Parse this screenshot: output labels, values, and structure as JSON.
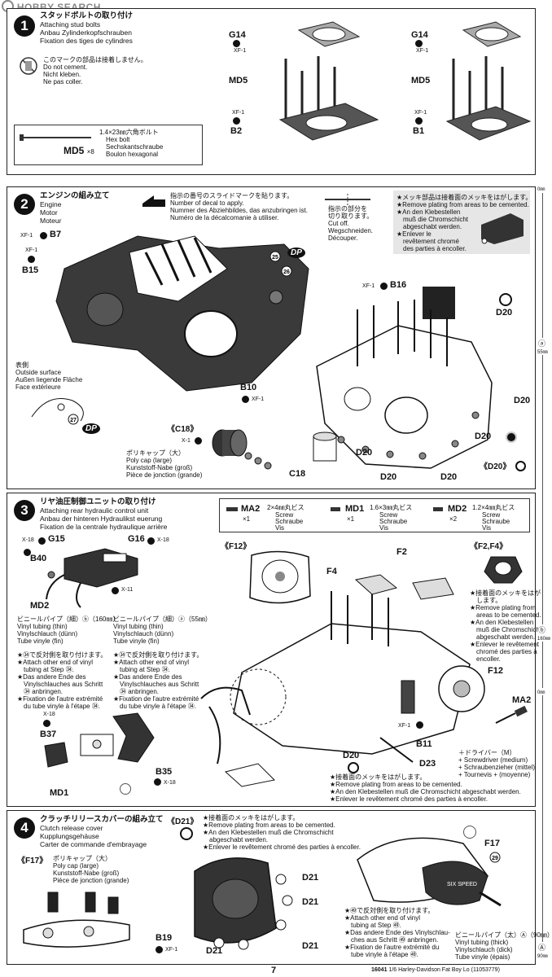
{
  "header": {
    "logo": "HOBBY SEARCH"
  },
  "step1": {
    "num": "1",
    "title_jp": "スタッドボルトの取り付け",
    "title_en": "Attaching stud bolts",
    "title_de": "Anbau Zylinderkopfschrauben",
    "title_fr": "Fixation des tiges de cylindres",
    "nocement_jp": "このマークの部品は接着しません。",
    "nocement_en": "Do not cement.",
    "nocement_de": "Nicht kleben.",
    "nocement_fr": "Ne pas coller.",
    "bolt_jp": "1.4×23㎜六角ボルト",
    "bolt_en": "Hex bolt",
    "bolt_de": "Sechskantschraube",
    "bolt_fr": "Boulon hexagonal",
    "bolt_code": "MD5",
    "bolt_qty": "×8",
    "left": {
      "g14": "G14",
      "xf1": "XF-1",
      "md5": "MD5",
      "xf1b": "XF-1",
      "b": "B2"
    },
    "right": {
      "g14": "G14",
      "xf1": "XF-1",
      "md5": "MD5",
      "xf1b": "XF-1",
      "b": "B1"
    }
  },
  "step2": {
    "num": "2",
    "title_jp": "エンジンの組み立て",
    "title_en": "Engine",
    "title_de": "Motor",
    "title_fr": "Moteur",
    "decal_jp": "指示の番号のスライドマークを貼ります。",
    "decal_en": "Number of decal to apply.",
    "decal_de": "Nummer des Abziehbildes, das anzubringen ist.",
    "decal_fr": "Numéro de la décalcomanie à utiliser.",
    "cut_jp1": "指示の部分を",
    "cut_jp2": "切り取ります。",
    "cut_en": "Cut off.",
    "cut_de": "Wegschneiden.",
    "cut_fr": "Découper.",
    "plating_jp": "★メッキ部品は接着面のメッキをはがします。",
    "plating_en1": "★Remove plating from areas to be cemented.",
    "plating_de1": "★An den Klebestellen",
    "plating_de2": "muß die Chromschicht",
    "plating_de3": "abgeschabt werden.",
    "plating_fr1": "★Enlever le",
    "plating_fr2": "revêtement chromé",
    "plating_fr3": "des parties à encoller.",
    "outside_jp": "表側",
    "outside_en": "Outside surface",
    "outside_de": "Außen liegende Fläche",
    "outside_fr": "Face extérieure",
    "b7": "B7",
    "b15": "B15",
    "xf1a": "XF-1",
    "xf1b": "XF-1",
    "xf1c": "XF-1",
    "xf1d": "XF-1",
    "b10": "B10",
    "b16": "B16",
    "d20": "D20",
    "c18": "C18",
    "c18_box": "《C18》",
    "d20_box": "《D20》",
    "x1": "X-1",
    "dp": "DP",
    "decal25": "25",
    "decal26": "26",
    "decal27": "27",
    "polycap_jp": "ポリキャップ（大）",
    "polycap_en": "Poly cap (large)",
    "polycap_de": "Kunststoff-Nabe (groß)",
    "polycap_fr": "Pièce de jonction (grande)"
  },
  "step3": {
    "num": "3",
    "title_jp": "リヤ油圧制御ユニットの取り付け",
    "title_en": "Attaching rear hydraulic control unit",
    "title_de": "Anbau der hinteren Hydraulikst euerung",
    "title_fr": "Fixation de la centrale hydraulique arrière",
    "screws": [
      {
        "code": "MA2",
        "size": "2×4㎜丸ビス",
        "qty": "×1",
        "en": "Screw",
        "de": "Schraube",
        "fr": "Vis"
      },
      {
        "code": "MD1",
        "size": "1.6×3㎜丸ビス",
        "qty": "×1",
        "en": "Screw",
        "de": "Schraube",
        "fr": "Vis"
      },
      {
        "code": "MD2",
        "size": "1.2×4㎜丸ビス",
        "qty": "×2",
        "en": "Screw",
        "de": "Schraube",
        "fr": "Vis"
      }
    ],
    "tube_thin_jp": "ビニールパイプ（細）ⓑ（160㎜）",
    "tube_thin_en": "Vinyl tubing (thin)",
    "tube_thin_de": "Vinylschlauch (dünn)",
    "tube_thin_fr": "Tube vinyle (fin)",
    "tube_thin2_jp": "ビニールパイプ（細）ⓐ（55㎜）",
    "step34_jp": "★㉞で反対側を取り付けます。",
    "step34_en1": "★Attach other end of vinyl",
    "step34_en2": "tubing at Step ㉞.",
    "step34_de1": "★Das andere Ende des",
    "step34_de2": "Vinylschlauches aus Schritt",
    "step34_de3": "㉞ anbringen.",
    "step34_fr1": "★Fixation de l'autre extrémité",
    "step34_fr2": "du tube vinyle à l'étape ㉞.",
    "g15": "G15",
    "g16": "G16",
    "x18a": "X-18",
    "x18b": "X-18",
    "x18c": "X-18",
    "x18d": "X-18",
    "x11": "X-11",
    "b40": "B40",
    "md2": "MD2",
    "b37": "B37",
    "b35": "B35",
    "md1": "MD1",
    "f12_box": "《F12》",
    "f2f4_box": "《F2,F4》",
    "f4": "F4",
    "f2": "F2",
    "f12": "F12",
    "ma2": "MA2",
    "xf1": "XF-1",
    "b11": "B11",
    "d20": "D20",
    "d23": "D23",
    "plating_jp": "★接着面のメッキをはがします。",
    "plating_en": "★Remove plating from areas to be cemented.",
    "plating_de": "★An den Klebestellen muß die Chromschicht abgeschabt werden.",
    "plating_fr": "★Enlever le revêtement chromé des parties à encoller.",
    "side_plating_jp1": "★接着面のメッキをはが",
    "side_plating_jp2": "します。",
    "side_plating_en1": "★Remove plating from",
    "side_plating_en2": "areas to be cemented.",
    "side_plating_de1": "★An den Klebestellen",
    "side_plating_de2": "muß die Chromschicht",
    "side_plating_de3": "abgeschabt werden.",
    "side_plating_fr1": "★Enlever le revêtement",
    "side_plating_fr2": "chromé des parties à",
    "side_plating_fr3": "encoller.",
    "driver_jp": "＋ドライバー（M）",
    "driver_en": "+ Screwdriver (medium)",
    "driver_de": "+ Schraubenzieher (mittel)",
    "driver_fr": "+ Tournevis + (moyenne)"
  },
  "step4": {
    "num": "4",
    "title_jp": "クラッチリリースカバーの組み立て",
    "title_en": "Clutch release cover",
    "title_de": "Kupplungsgehäuse",
    "title_fr": "Carter de commande d'embrayage",
    "f17_box": "《F17》",
    "d21_box": "《D21》",
    "polycap_jp": "ポリキャップ（大）",
    "polycap_en": "Poly cap (large)",
    "polycap_de": "Kunststoff-Nabe (groß)",
    "polycap_fr": "Pièce de jonction (grande)",
    "plating_jp": "★接着面のメッキをはがします。",
    "plating_en": "★Remove plating from areas to be cemented.",
    "plating_de1": "★An den Klebestellen muß die Chromschicht",
    "plating_de2": "abgeschabt werden.",
    "plating_fr": "★Enlever le revêtement chromé des parties à encoller.",
    "d21": "D21",
    "b19": "B19",
    "xf1": "XF-1",
    "f17": "F17",
    "decal29": "29",
    "six_speed": "SIX SPEED",
    "step52_jp": "★㊾で反対側を取り付けます。",
    "step52_en1": "★Attach other end of vinyl",
    "step52_en2": "tubing at Step ㊾.",
    "step52_de1": "★Das andere Ende des Vinylschlau-",
    "step52_de2": "ches aus Schritt ㊾ anbringen.",
    "step52_fr1": "★Fixation de l'autre extrémité du",
    "step52_fr2": "tube vinyle à l'étape ㊾.",
    "tube_jp": "ビニールパイプ（太）Ⓐ（90㎜）",
    "tube_en": "Vinyl tubing (thick)",
    "tube_de": "Vinylschlauch (dick)",
    "tube_fr": "Tube vinyle (épais)"
  },
  "ruler": {
    "top": "0㎜",
    "a": "ⓐ",
    "a_len": "55㎜",
    "b": "ⓑ",
    "b_len": "160㎜",
    "mid": "0㎜",
    "A": "Ⓐ",
    "A_len": "90㎜"
  },
  "footer": {
    "page": "7",
    "code": "16041",
    "scale": "1/6",
    "model": "Harley-Davidson Fat Boy Lo",
    "ref": "(11053779)"
  }
}
